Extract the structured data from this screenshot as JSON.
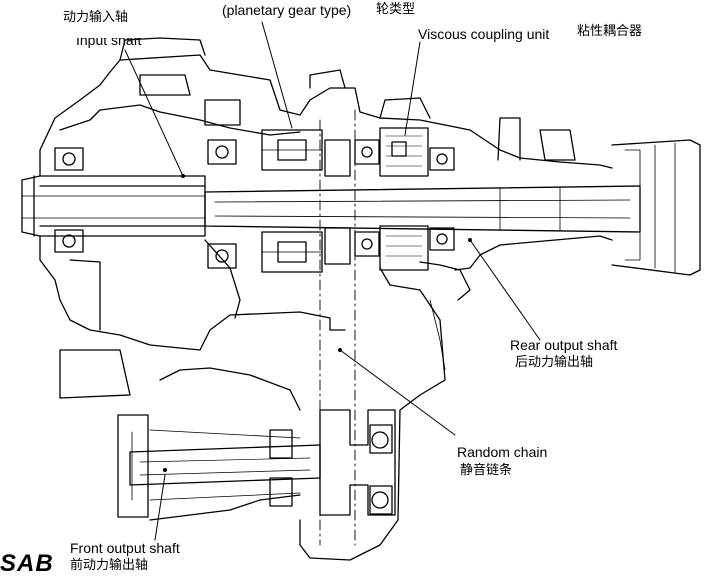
{
  "labels": {
    "input_shaft_cn": "动力输入轴",
    "input_shaft_en": "Input shaft",
    "planetary_en": "(planetary gear type)",
    "planetary_cn": "轮类型",
    "viscous_en": "Viscous coupling unit",
    "viscous_cn": "粘性耦合器",
    "rear_output_en": "Rear output shaft",
    "rear_output_cn": "后动力输出轴",
    "chain_en": "Random chain",
    "chain_cn": "静音链条",
    "front_output_en": "Front output shaft",
    "front_output_cn": "前动力输出轴"
  },
  "logo_text": "SAB",
  "colors": {
    "line": "#000000",
    "background": "#ffffff"
  }
}
